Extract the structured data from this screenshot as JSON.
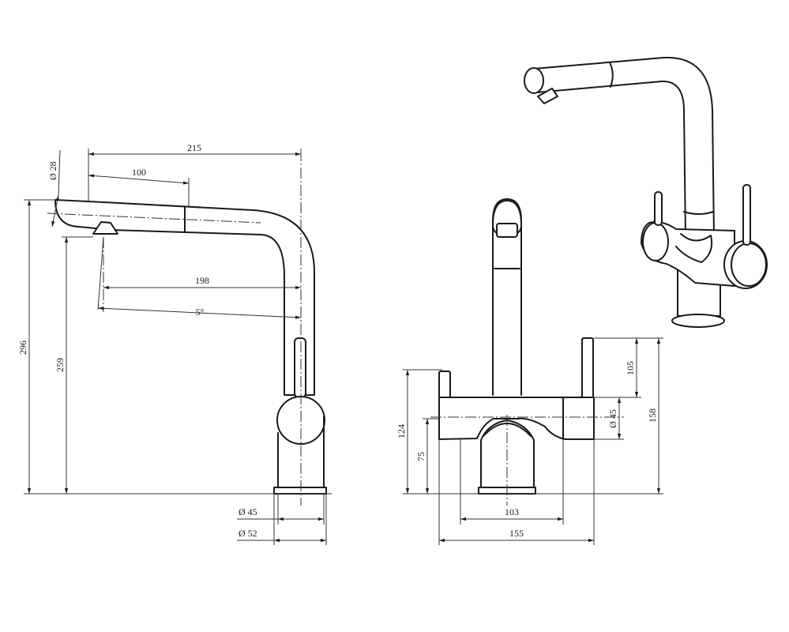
{
  "dimensions": {
    "side": {
      "overall_reach": "215",
      "handle_length": "100",
      "spout_dia": "Ø 28",
      "spout_reach": "198",
      "angle": "5°",
      "total_height": "296",
      "spout_height": "259",
      "body_dia": "Ø 45",
      "base_dia": "Ø 52"
    },
    "front": {
      "body_height": "124",
      "outlet_height": "75",
      "center_distance": "103",
      "overall_width": "155",
      "lever_height": "105",
      "handle_dia": "Ø 45",
      "overall_height": "158"
    }
  }
}
